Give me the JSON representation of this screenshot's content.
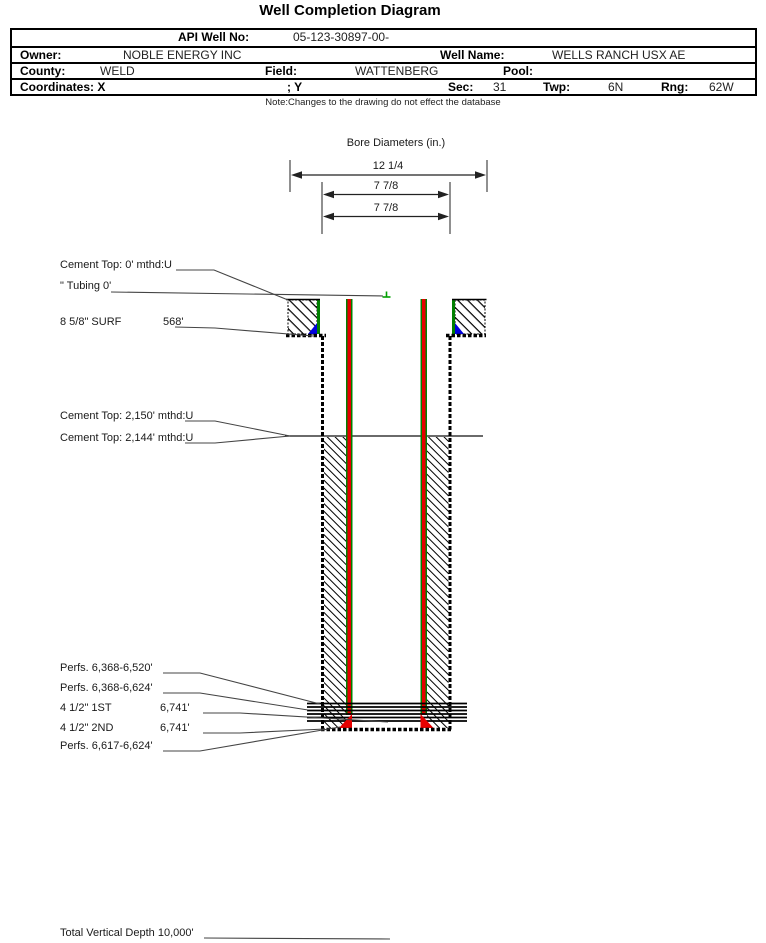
{
  "page": {
    "title": "Well Completion Diagram",
    "note": "Note:Changes to the drawing do not effect the database"
  },
  "header": {
    "api_label": "API Well No:",
    "api_value": "05-123-30897-00-",
    "owner_label": "Owner:",
    "owner_value": "NOBLE ENERGY INC",
    "well_name_label": "Well Name:",
    "well_name_value": "WELLS RANCH USX AE",
    "county_label": "County:",
    "county_value": "WELD",
    "field_label": "Field:",
    "field_value": "WATTENBERG",
    "pool_label": "Pool:",
    "pool_value": "",
    "coordinates_label": "Coordinates: X",
    "y_label": "; Y",
    "sec_label": "Sec:",
    "sec_value": "31",
    "twp_label": "Twp:",
    "twp_value": "6N",
    "rng_label": "Rng:",
    "rng_value": "62W"
  },
  "bore_diameters": {
    "title": "Bore Diameters (in.)",
    "surface": "12 1/4",
    "intermediate": "7 7/8",
    "production": "7 7/8"
  },
  "annotations": {
    "cement_top_surface": "Cement Top: 0' mthd:U",
    "tubing": "\" Tubing 0'",
    "surface_casing": "8 5/8\" SURF",
    "surface_casing_depth": "568'",
    "cement_top_2150": "Cement Top: 2,150' mthd:U",
    "cement_top_2144": "Cement Top: 2,144' mthd:U",
    "perfs_1": "Perfs. 6,368-6,520'",
    "perfs_2": "Perfs. 6,368-6,624'",
    "casing_1st": "4 1/2\" 1ST",
    "casing_1st_depth": "6,741'",
    "casing_2nd": "4 1/2\" 2ND",
    "casing_2nd_depth": "6,741'",
    "perfs_3": "Perfs. 6,617-6,624'",
    "tvd": "Total Vertical Depth 10,000'"
  },
  "colors": {
    "casing_red": "#e60000",
    "tubing_green": "#008000",
    "shoe_blue": "#0000dd"
  }
}
